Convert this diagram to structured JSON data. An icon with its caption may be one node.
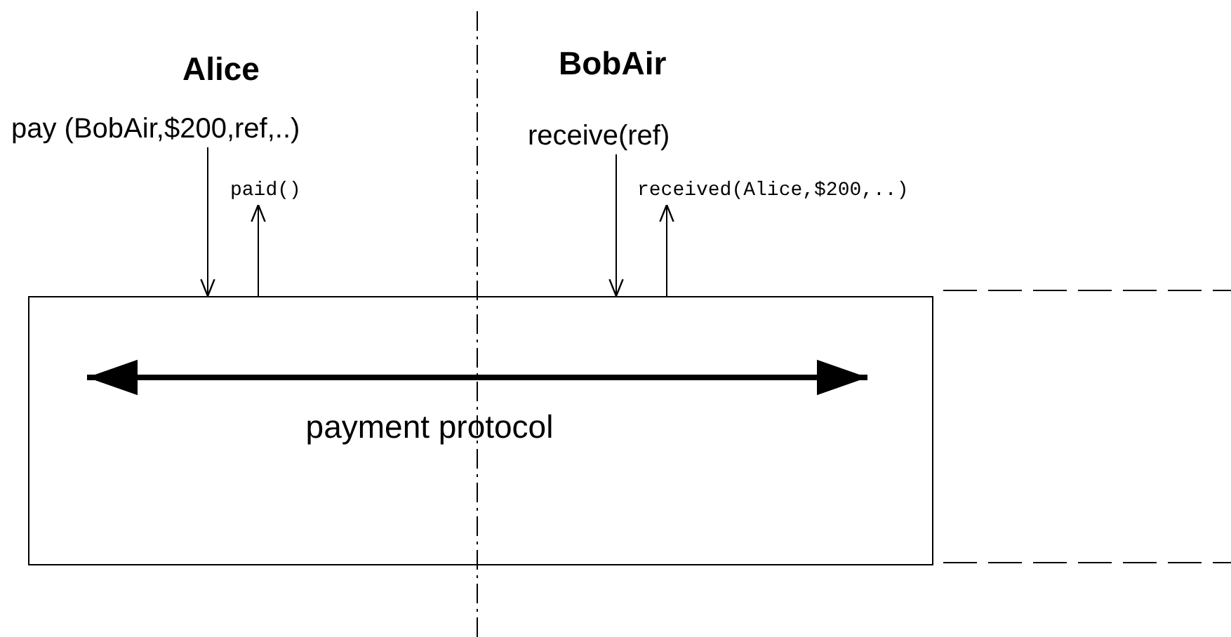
{
  "diagram": {
    "nodes": [
      {
        "text": [
          "payment protocol"
        ]
      },
      {
        "text": [
          "pay (BobAir,$200,ref,..)"
        ]
      },
      {
        "text": [
          "paid()"
        ]
      },
      {
        "text": [
          "receive(ref)"
        ]
      },
      {
        "text": [
          "received(Alice,$200,..)"
        ]
      }
    ],
    "edges": [
      {
        "from": 1,
        "to": 0,
        "arrow": "to"
      },
      {
        "from": 0,
        "to": 2,
        "arrow": "to"
      },
      {
        "from": 3,
        "to": 0,
        "arrow": "to"
      },
      {
        "from": 0,
        "to": 4,
        "arrow": "to"
      }
    ],
    "labels": [
      "Alice",
      "BobAir"
    ]
  }
}
